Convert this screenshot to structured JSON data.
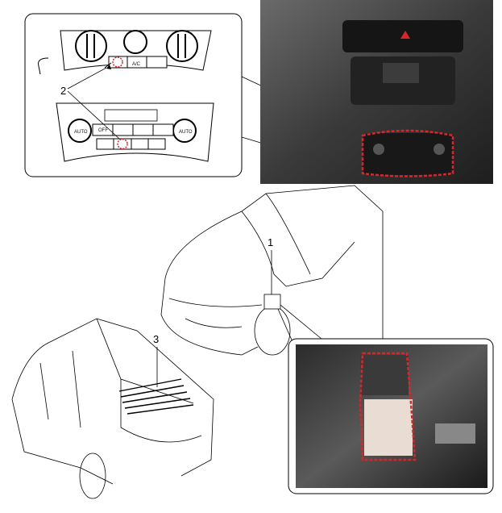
{
  "callouts": {
    "one": "1",
    "two": "2",
    "three": "3"
  },
  "panel_labels": {
    "ac": "A/C",
    "auto_left": "AUTO",
    "auto_right": "AUTO",
    "off": "OFF"
  },
  "colors": {
    "highlight": "#d9262a",
    "line": "#000000",
    "photo_dark": "#2a2a2a"
  }
}
